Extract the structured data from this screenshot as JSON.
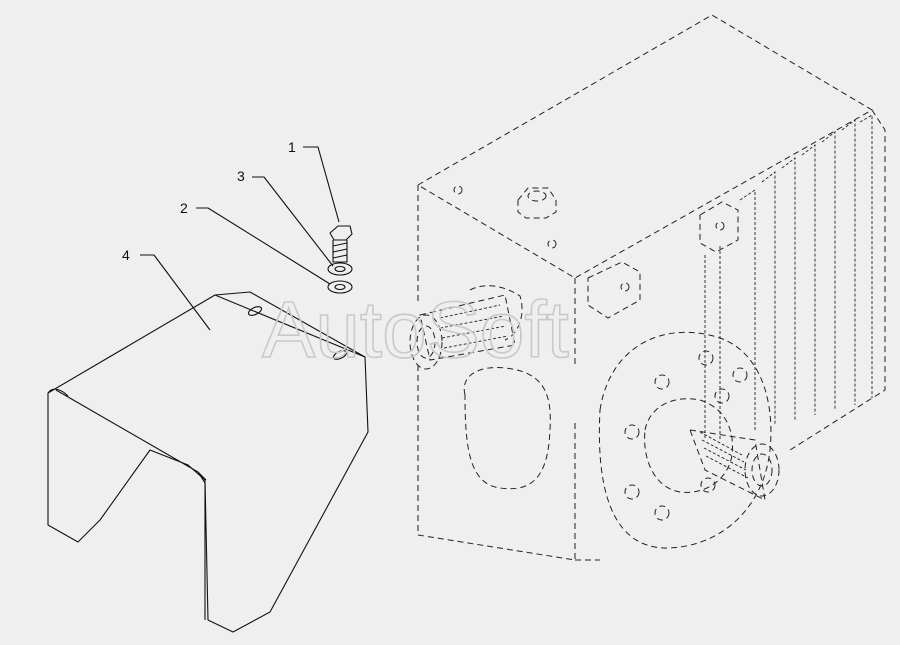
{
  "callouts": [
    {
      "label": "1",
      "part": "bolt"
    },
    {
      "label": "3",
      "part": "lock-washer"
    },
    {
      "label": "2",
      "part": "flat-washer"
    },
    {
      "label": "4",
      "part": "cover"
    }
  ],
  "watermark": "AutoSoft",
  "colors": {
    "background": "#efefef",
    "line": "#111111",
    "watermark": "#c9c9c9"
  }
}
